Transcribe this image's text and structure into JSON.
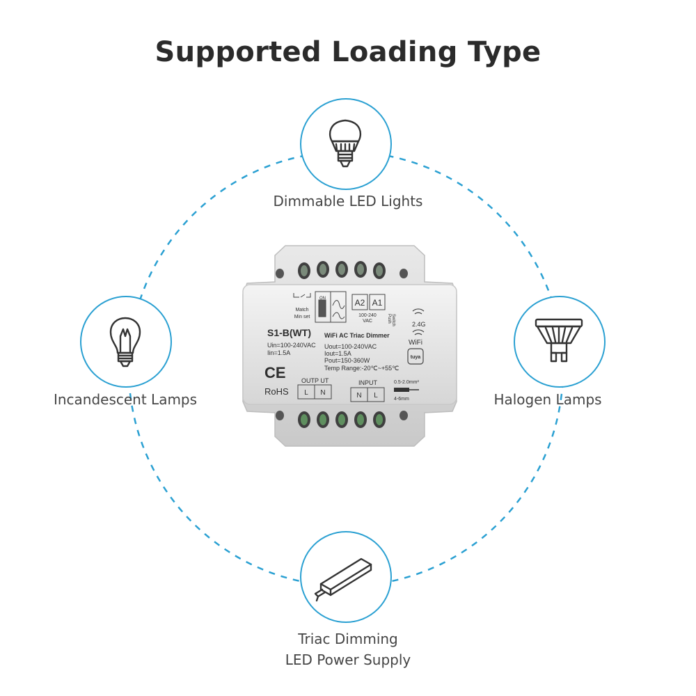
{
  "title": "Supported Loading Type",
  "theme": {
    "accent": "#2aa0d2",
    "text": "#444444"
  },
  "loads": [
    {
      "id": "top",
      "label": "Dimmable LED Lights",
      "icon": "led-bulb-icon"
    },
    {
      "id": "left",
      "label": "Incandescent Lamps",
      "icon": "incandescent-bulb-icon"
    },
    {
      "id": "right",
      "label": "Halogen Lamps",
      "icon": "halogen-lamp-icon"
    },
    {
      "id": "bottom",
      "label_line1": "Triac Dimming",
      "label_line2": "LED Power Supply",
      "icon": "led-driver-icon"
    }
  ],
  "device": {
    "model": "S1-B(WT)",
    "name": "WiFi AC Triac Dimmer",
    "uin": "Uin=100-240VAC",
    "iin": "Iin=1.5A",
    "uout": "Uout=100-240VAC",
    "iout": "Iout=1.5A",
    "pout": "Pout=150-360W",
    "temp": "Temp Range:-20℃~+55℃",
    "match": "Match",
    "min_set": "Min set",
    "on": "ON",
    "a2": "A2",
    "a1": "A1",
    "vac_line1": "100-240",
    "vac_line2": "VAC",
    "push": "Push",
    "switch": "Switch",
    "band": "2.4G",
    "wifi": "WiFi",
    "tuya": "tuya",
    "ce": "CE",
    "rohs": "RoHS",
    "output_label": "OUTP UT",
    "output_terms": [
      "L",
      "N"
    ],
    "input_label": "INPUT",
    "input_terms": [
      "N",
      "L"
    ],
    "wire_gauge": "0.5-2.0mm²",
    "strip_len": "4-6mm"
  }
}
